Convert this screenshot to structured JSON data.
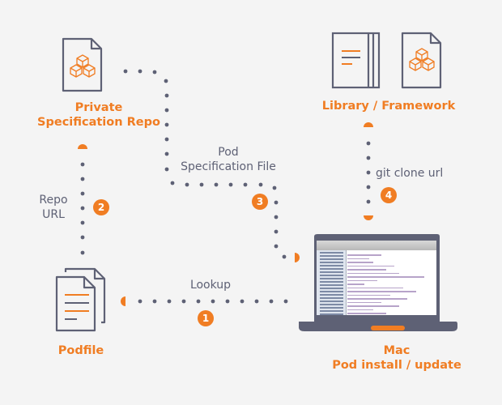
{
  "colors": {
    "accent": "#f07d23",
    "ink": "#5e6175",
    "background": "#f4f4f4"
  },
  "nodes": {
    "private_repo": {
      "icon": "cube-document-icon",
      "line1": "Private",
      "line2": "Specification Repo"
    },
    "library": {
      "icons": [
        "book-icon",
        "cube-document-icon"
      ],
      "label": "Library / Framework"
    },
    "podfile": {
      "icon": "stacked-documents-icon",
      "label": "Podfile"
    },
    "mac": {
      "icon": "laptop-icon",
      "line1": "Mac",
      "line2": "Pod install / update"
    }
  },
  "edges": [
    {
      "step": "1",
      "label": "Lookup"
    },
    {
      "step": "2",
      "label_line1": "Repo",
      "label_line2": "URL"
    },
    {
      "step": "3",
      "label_line1": "Pod",
      "label_line2": "Specification File"
    },
    {
      "step": "4",
      "label": "git clone url"
    }
  ]
}
